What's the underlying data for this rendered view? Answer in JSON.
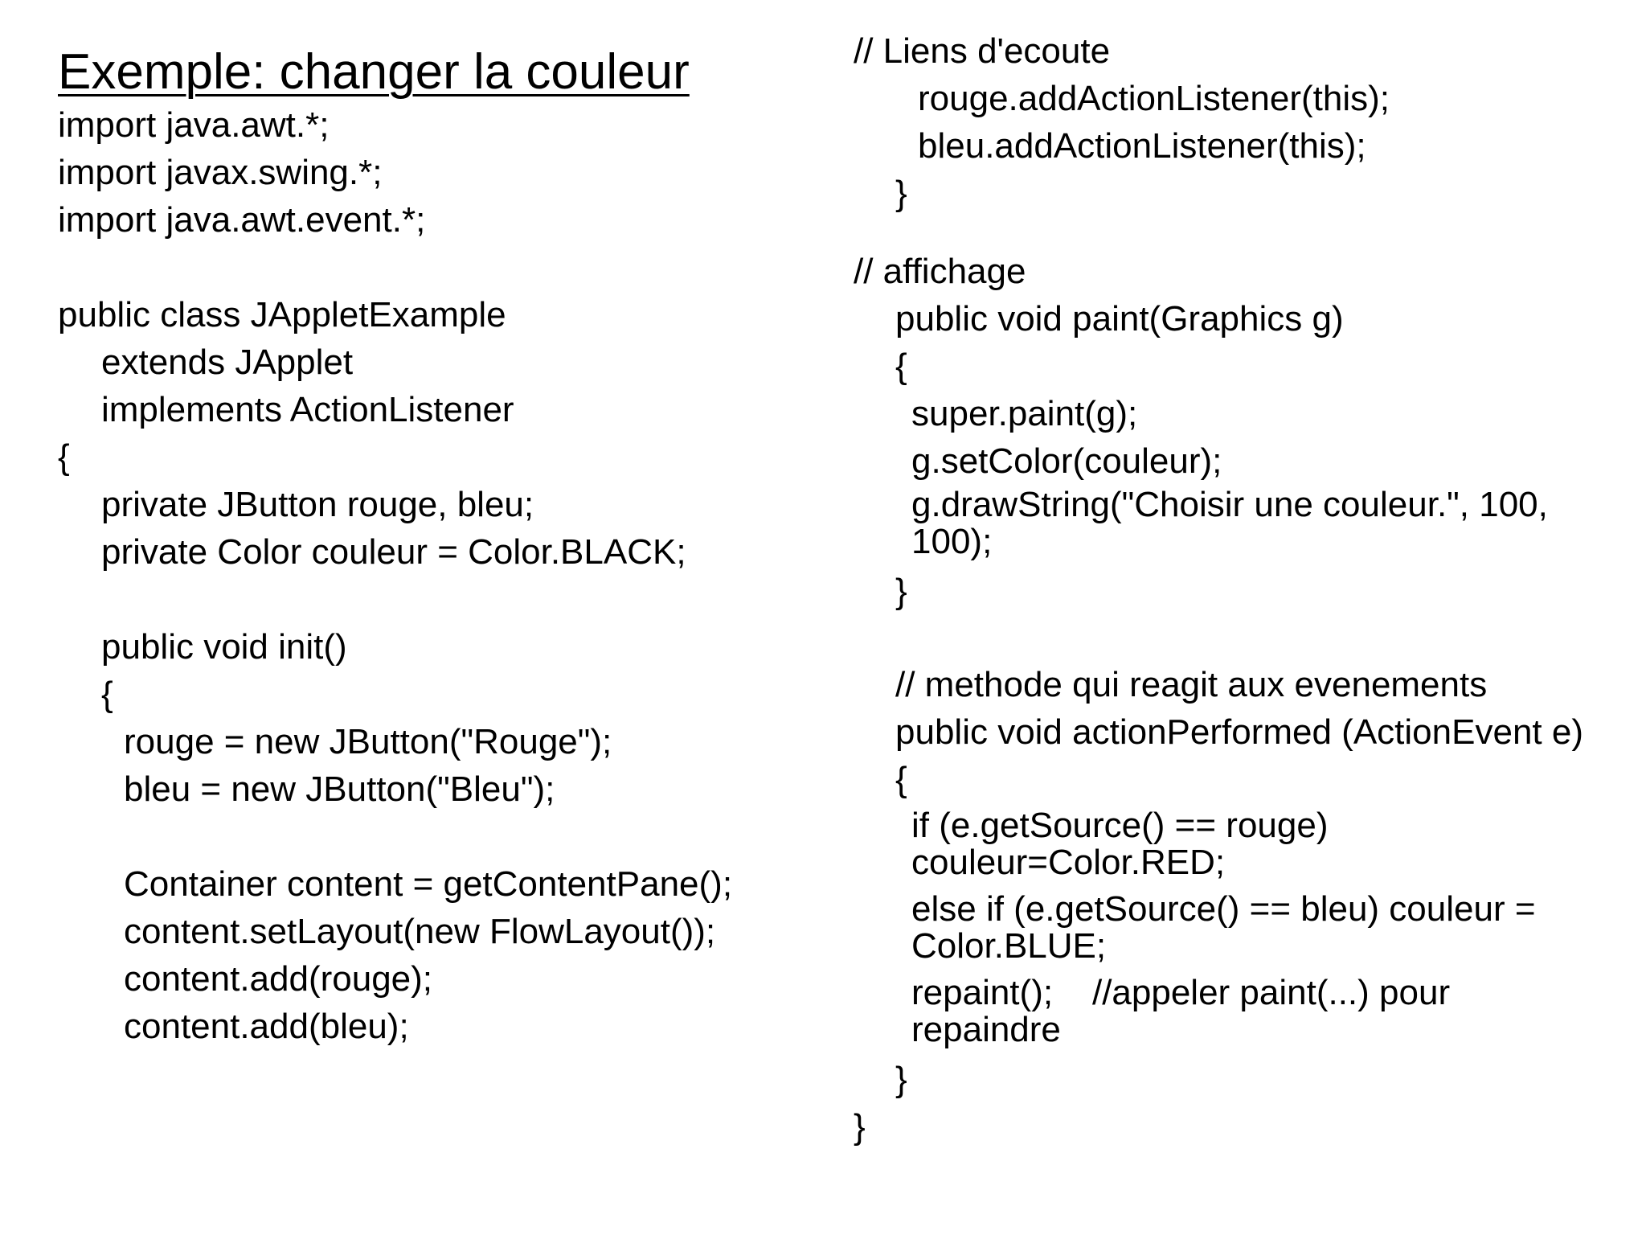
{
  "slide": {
    "title": "Exemple: changer la couleur",
    "left_column": [
      "import java.awt.*;",
      "import javax.swing.*;",
      "import java.awt.event.*;",
      "public class JAppletExample",
      "extends JApplet",
      "implements ActionListener",
      "{",
      "private JButton rouge, bleu;",
      "private Color couleur = Color.BLACK;",
      "public void init()",
      "{",
      "rouge = new JButton(\"Rouge\");",
      "bleu = new JButton(\"Bleu\");",
      "Container content = getContentPane();",
      "content.setLayout(new FlowLayout());",
      "content.add(rouge);",
      "content.add(bleu);"
    ],
    "right_column": [
      "// Liens d'ecoute",
      "rouge.addActionListener(this);",
      "bleu.addActionListener(this);",
      "}",
      "// affichage",
      "public void paint(Graphics g)",
      "{",
      "super.paint(g);",
      "g.setColor(couleur);",
      "g.drawString(\"Choisir une couleur.\", 100,",
      "100);",
      "}",
      "// methode qui reagit aux evenements",
      "public void actionPerformed (ActionEvent e)",
      "{",
      "if (e.getSource() == rouge)",
      "couleur=Color.RED;",
      "else if (e.getSource() == bleu) couleur =",
      "Color.BLUE;",
      "repaint();    //appeler paint(...) pour",
      "repaindre",
      "}",
      "}"
    ]
  }
}
